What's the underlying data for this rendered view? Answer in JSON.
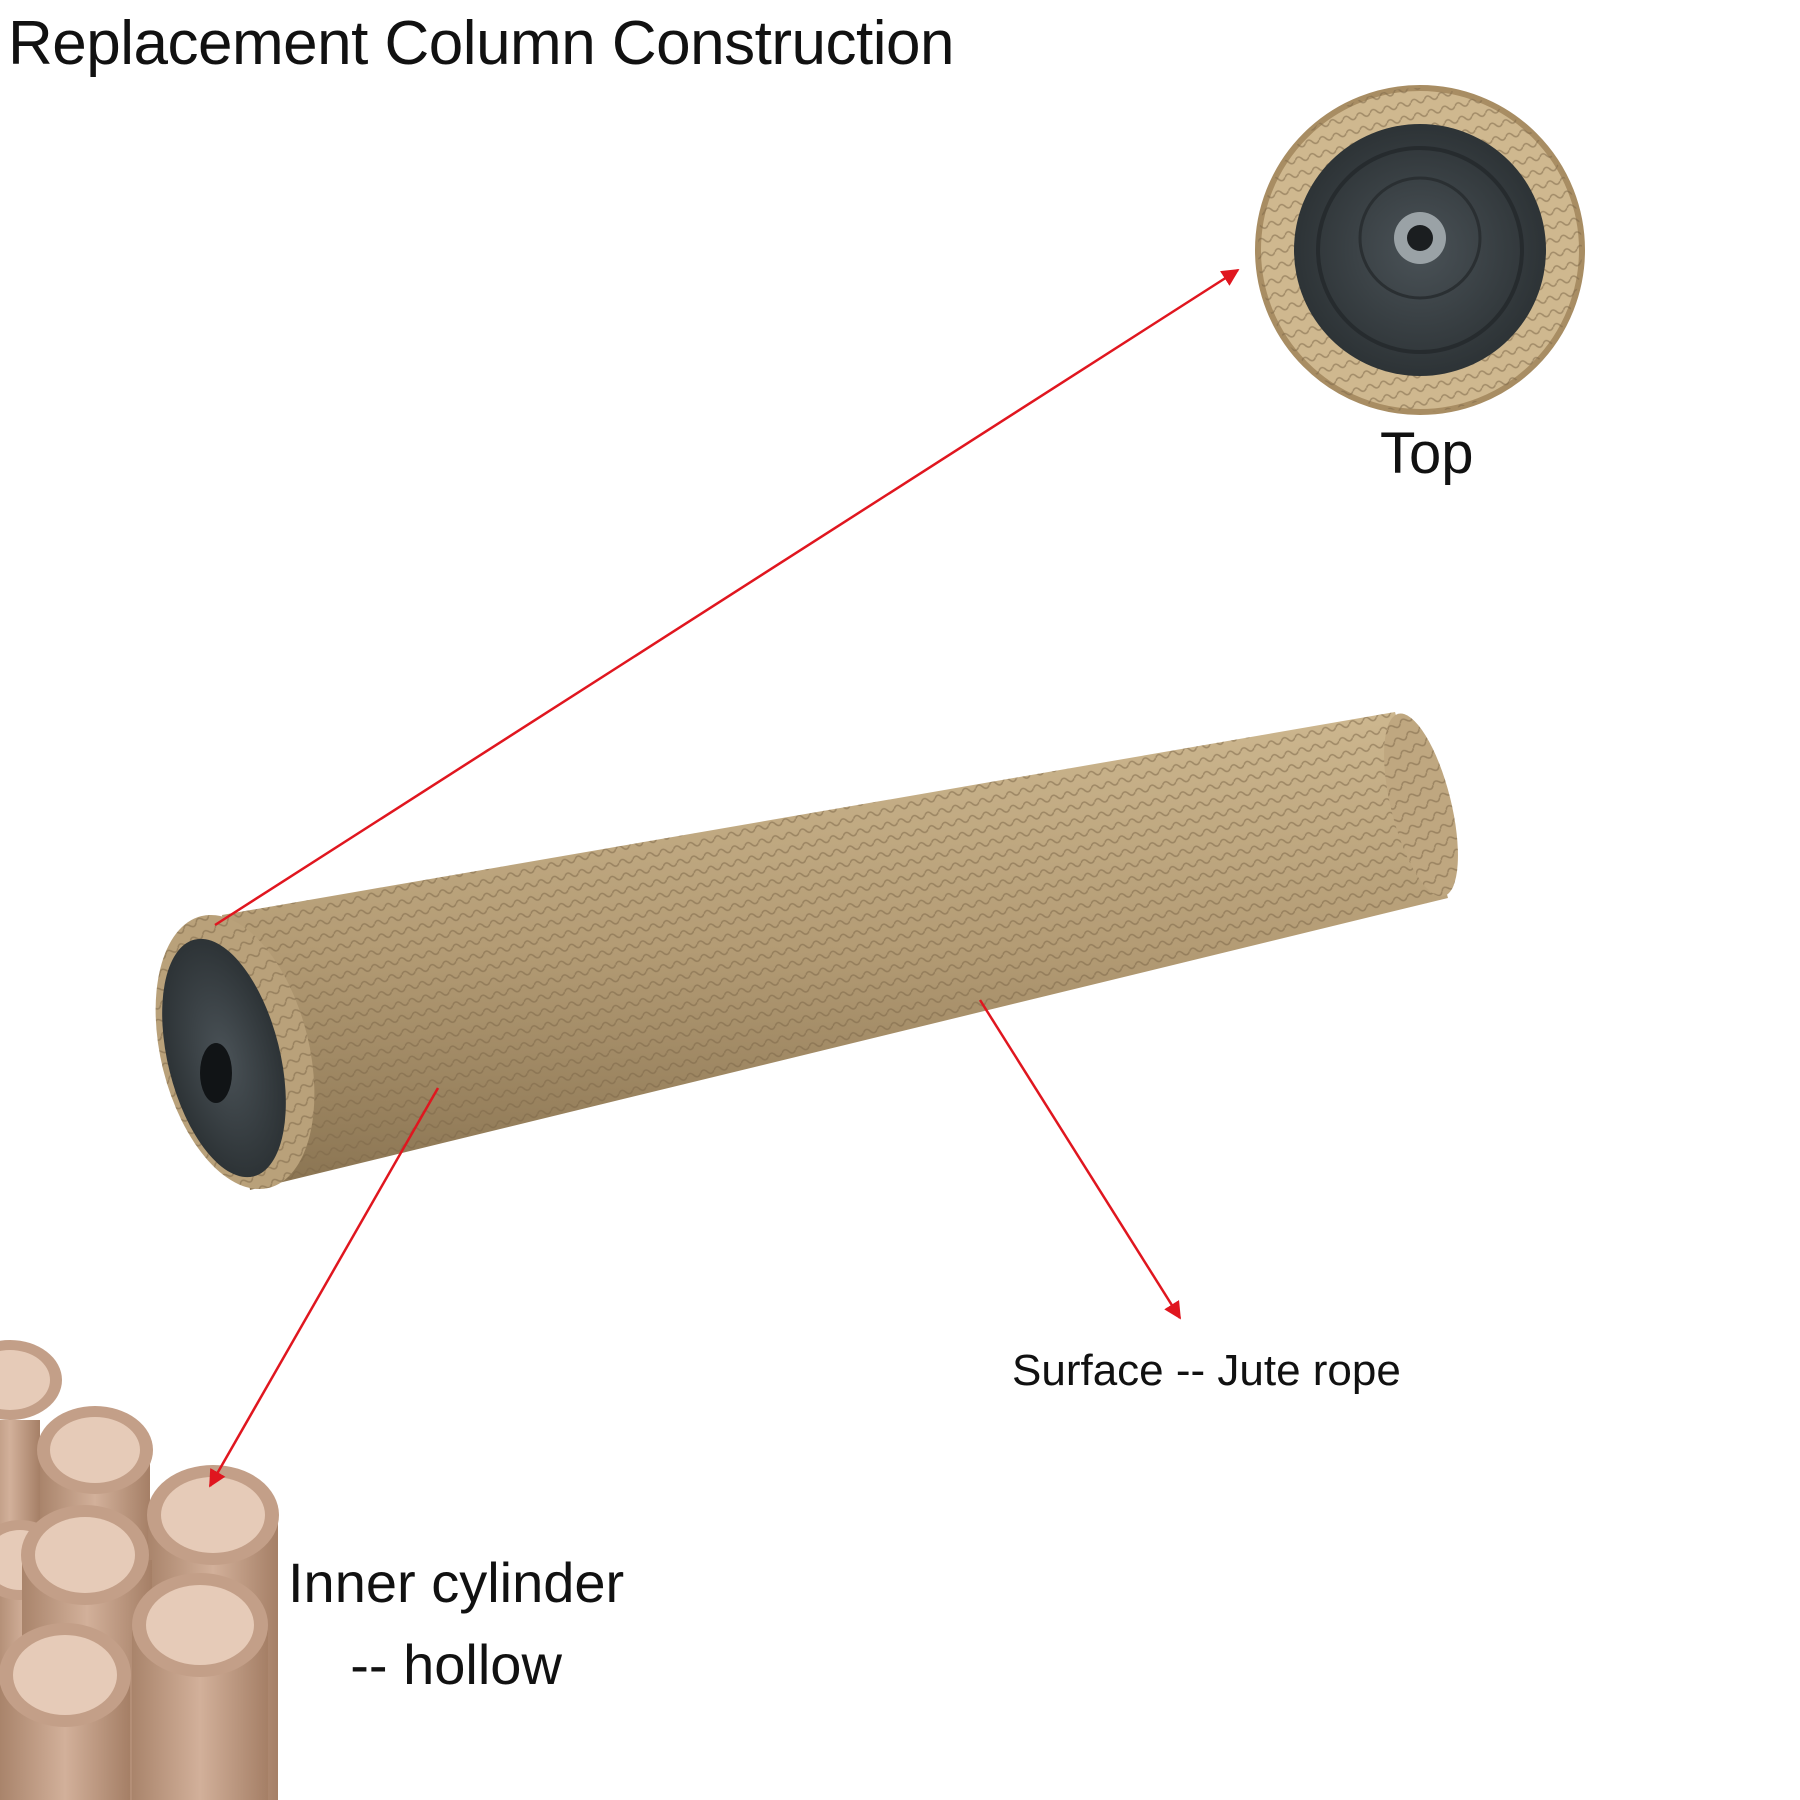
{
  "title": "Replacement Column Construction",
  "labels": {
    "top": "Top",
    "surface": "Surface -- Jute rope",
    "inner_line1": "Inner cylinder",
    "inner_line2": "-- hollow"
  },
  "colors": {
    "arrow": "#e0161f",
    "jute": "#b39b74",
    "jute_dark": "#8a7452",
    "jute_light": "#cdb78f",
    "end_cap": "#3c4348",
    "tube": "#c9a48b",
    "tube_inner": "#e6cbb8"
  }
}
